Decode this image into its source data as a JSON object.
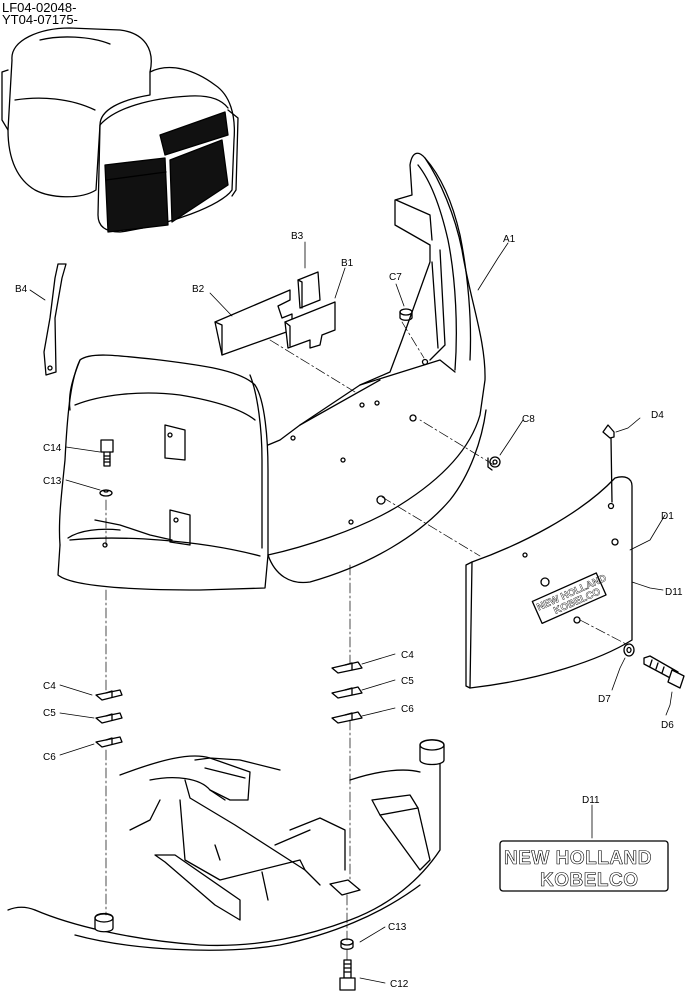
{
  "header": {
    "ref_line_1": "LF04-02048-",
    "ref_line_2": "YT04-07175-"
  },
  "callouts": {
    "A1": "A1",
    "B1": "B1",
    "B2": "B2",
    "B3": "B3",
    "B4": "B4",
    "C4a": "C4",
    "C5a": "C5",
    "C6a": "C6",
    "C4b": "C4",
    "C5b": "C5",
    "C6b": "C6",
    "C7": "C7",
    "C8": "C8",
    "C12": "C12",
    "C13a": "C13",
    "C13b": "C13",
    "C14": "C14",
    "D1": "D1",
    "D4": "D4",
    "D6": "D6",
    "D7": "D7",
    "D11a": "D11",
    "D11b": "D11"
  },
  "emblem": {
    "line_1": "NEW HOLLAND",
    "line_2": "KOBELCO"
  },
  "colors": {
    "ink": "#000000",
    "paper": "#ffffff",
    "shade": "#111111"
  }
}
